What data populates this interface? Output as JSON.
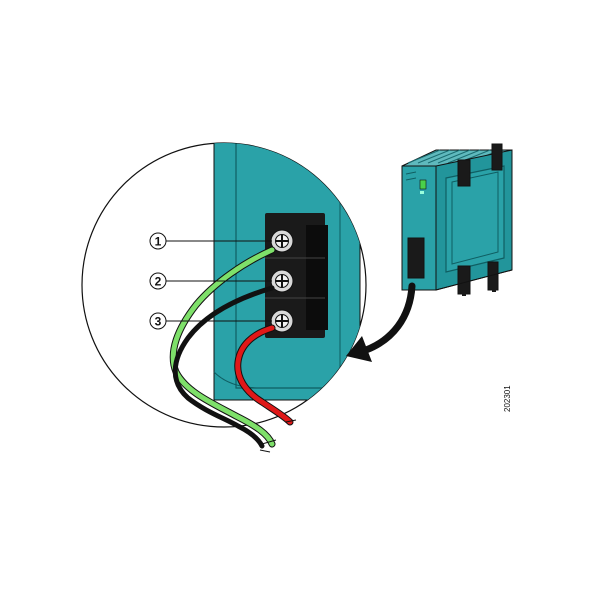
{
  "callouts": [
    {
      "number": "1",
      "target": "ground-terminal-screw",
      "wire_color": "#7ee06a"
    },
    {
      "number": "2",
      "target": "negative-terminal-screw",
      "wire_color": "#111111"
    },
    {
      "number": "3",
      "target": "positive-terminal-screw",
      "wire_color": "#e01818"
    }
  ],
  "figure_id": "202301",
  "colors": {
    "device_body": "#29a0a6",
    "device_dark": "#187b80",
    "terminal_block": "#1a1a1a",
    "ground_wire": "#7ee06a",
    "negative_wire": "#111111",
    "positive_wire": "#e01818",
    "zoom_arrow": "#111111"
  }
}
